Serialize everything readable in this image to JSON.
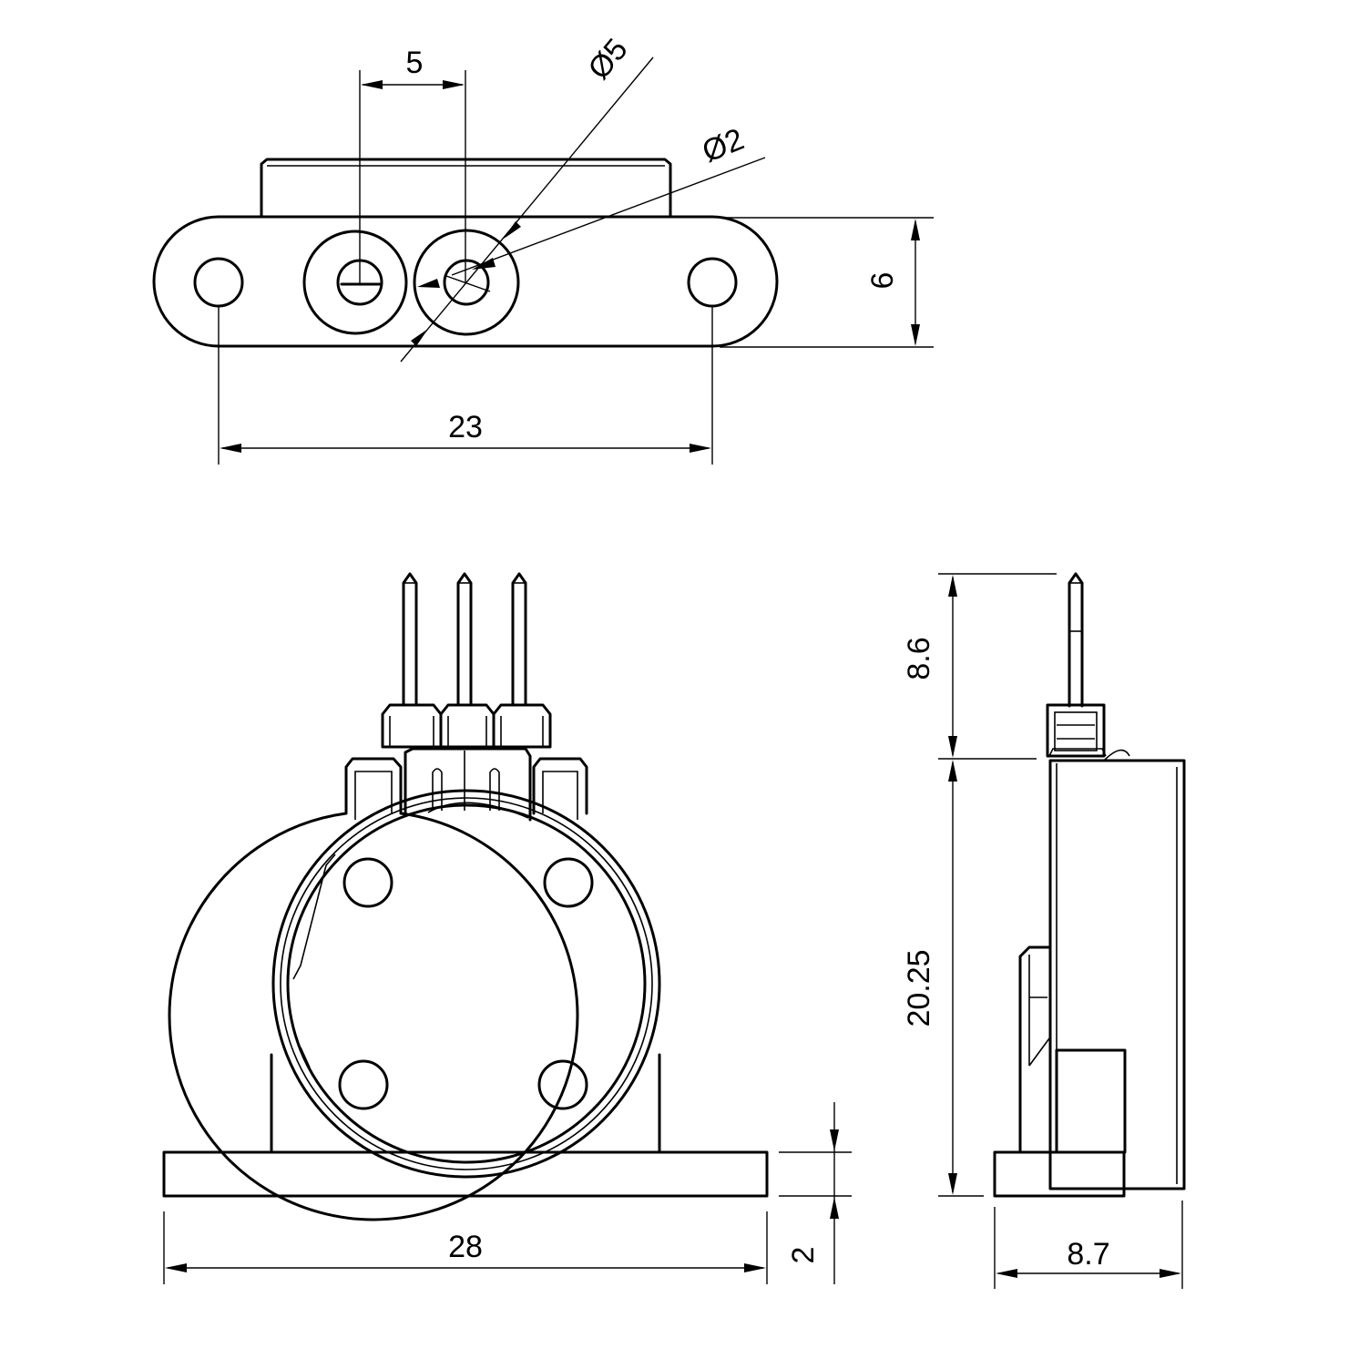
{
  "dimensions": {
    "hole_spacing": "5",
    "outer_diameter": "Ø5",
    "inner_diameter": "Ø2",
    "flange_height": "6",
    "mounting_hole_spacing": "23",
    "base_width": "28",
    "base_thickness": "2",
    "pin_length": "8.6",
    "body_height": "20.25",
    "depth": "8.7"
  }
}
